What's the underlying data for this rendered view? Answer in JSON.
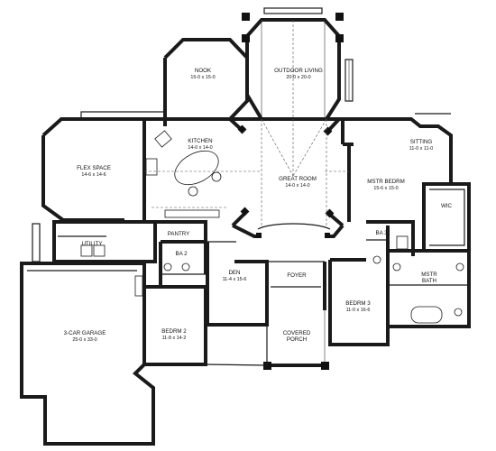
{
  "rooms": {
    "nook": {
      "name": "NOOK",
      "dims": "15-0 x 15-0"
    },
    "outdoor": {
      "name": "OUTDOOR LIVING",
      "dims": "20-0 x 20-0"
    },
    "kitchen": {
      "name": "KITCHEN",
      "dims": "14-0 x 14-0"
    },
    "flex": {
      "name": "FLEX SPACE",
      "dims": "14-6 x 14-6"
    },
    "great": {
      "name": "GREAT ROOM",
      "dims": "14-0 x 14-0"
    },
    "sitting": {
      "name": "SITTING",
      "dims": "11-0 x 11-0"
    },
    "mstr_bed": {
      "name": "MSTR BEDRM",
      "dims": "15-6 x 15-0"
    },
    "wic": {
      "name": "WIC"
    },
    "pantry": {
      "name": "PANTRY"
    },
    "utility": {
      "name": "UTILITY"
    },
    "ba2": {
      "name": "BA 2"
    },
    "ba3": {
      "name": "BA 3"
    },
    "mstr_bath": {
      "name": "MSTR",
      "name2": "BATH"
    },
    "den": {
      "name": "DEN",
      "dims": "11-4 x 15-6"
    },
    "foyer": {
      "name": "FOYER"
    },
    "bed3": {
      "name": "BEDRM 3",
      "dims": "11-0 x 16-6"
    },
    "garage": {
      "name": "3-CAR GARAGE",
      "dims": "25-0 x 33-0"
    },
    "bed2": {
      "name": "BEDRM 2",
      "dims": "11-8 x 14-2"
    },
    "porch": {
      "name": "COVERED",
      "name2": "PORCH"
    }
  }
}
